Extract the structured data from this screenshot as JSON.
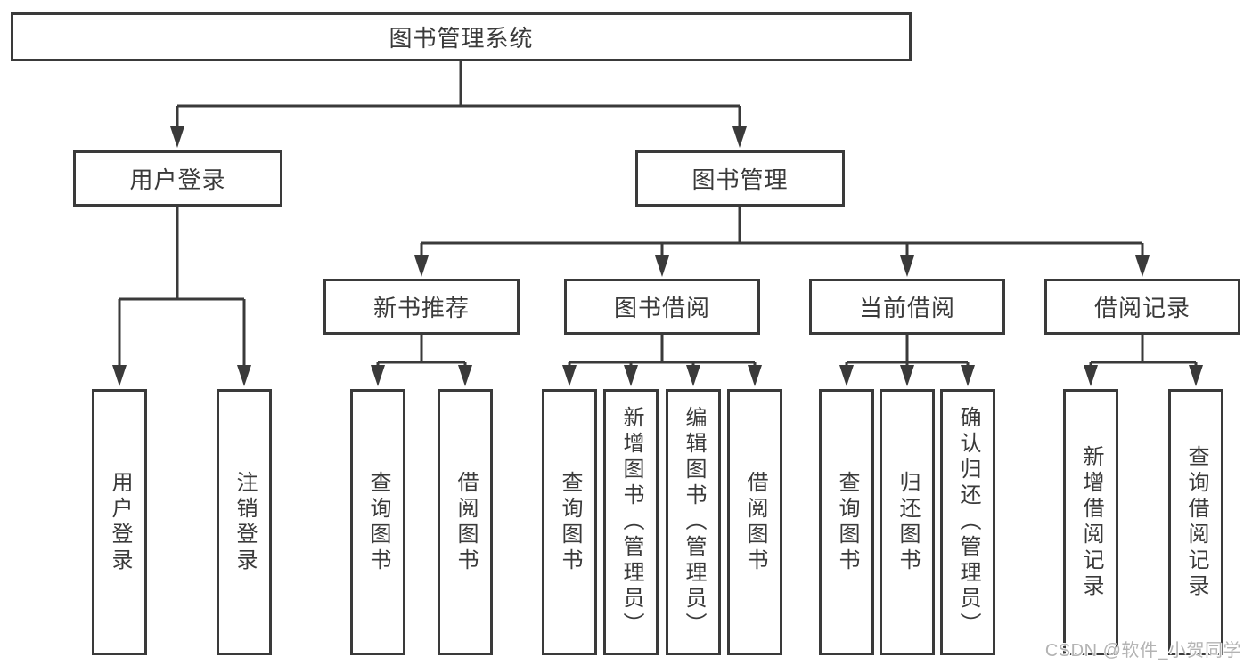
{
  "tree": {
    "root": {
      "label": "图书管理系统",
      "children": [
        {
          "label": "用户登录",
          "children": [
            {
              "label": "用户登录"
            },
            {
              "label": "注销登录"
            }
          ]
        },
        {
          "label": "图书管理",
          "children": [
            {
              "label": "新书推荐",
              "children": [
                {
                  "label": "查询图书"
                },
                {
                  "label": "借阅图书"
                }
              ]
            },
            {
              "label": "图书借阅",
              "children": [
                {
                  "label": "查询图书"
                },
                {
                  "label": "新增图书（管理员）"
                },
                {
                  "label": "编辑图书（管理员）"
                },
                {
                  "label": "借阅图书"
                }
              ]
            },
            {
              "label": "当前借阅",
              "children": [
                {
                  "label": "查询图书"
                },
                {
                  "label": "归还图书"
                },
                {
                  "label": "确认归还（管理员）"
                }
              ]
            },
            {
              "label": "借阅记录",
              "children": [
                {
                  "label": "新增借阅记录"
                },
                {
                  "label": "查询借阅记录"
                }
              ]
            }
          ]
        }
      ]
    }
  },
  "colors": {
    "line": "#3a3a3a",
    "box_border": "#3a3a3a",
    "text": "#3a3a3a",
    "watermark": "#b3b3b3",
    "background": "#ffffff"
  },
  "watermark": {
    "text": "CSDN @软件_小贺同学"
  }
}
